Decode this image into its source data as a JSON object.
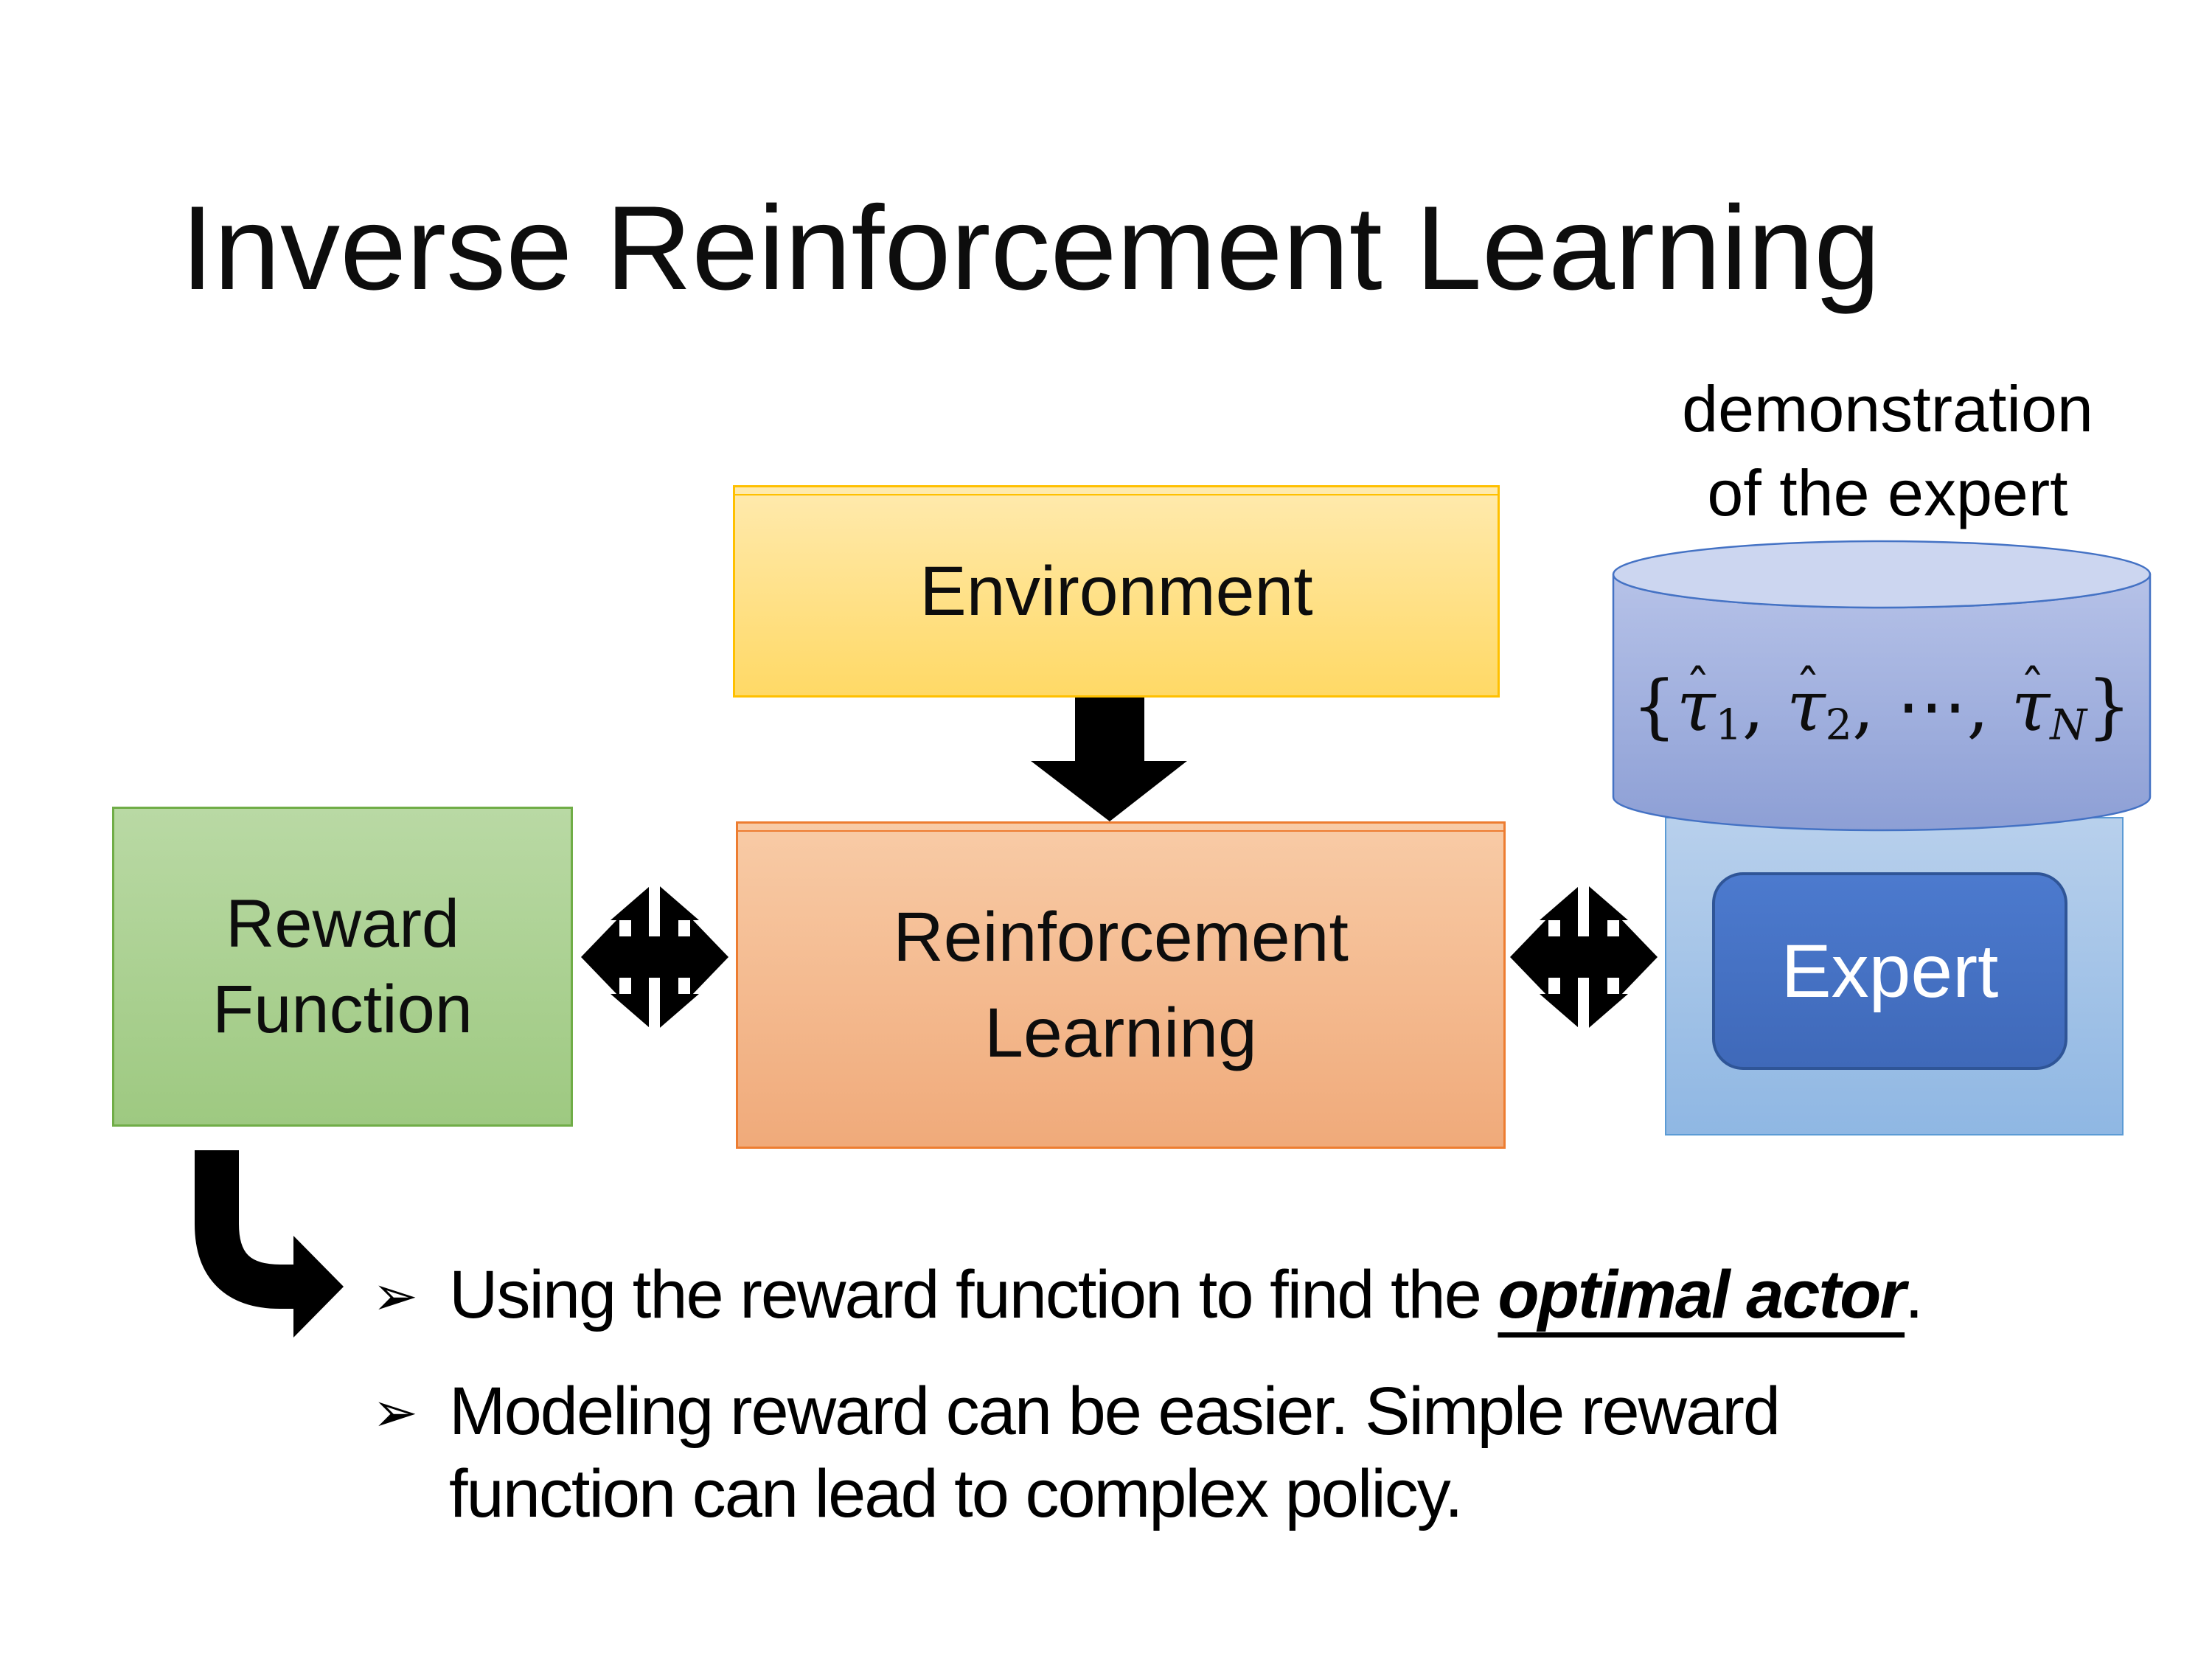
{
  "slide": {
    "title": "Inverse Reinforcement Learning"
  },
  "colors": {
    "background": "#FFFFFF",
    "text": "#0D0D0D",
    "env_fill": "#FFD966",
    "env_border": "#FFC000",
    "rl_fill": "#F4B183",
    "rl_border": "#ED7D31",
    "reward_fill": "#A9D18E",
    "reward_border": "#70AD47",
    "expert_fill": "#4472C4",
    "expert_border": "#2F5597",
    "expert_container_fill": "#9DC3E6",
    "expert_container_border": "#5B9BD5",
    "cylinder_fill": "#8FAADC",
    "cylinder_top_fill": "#CCD6F0",
    "cylinder_border": "#4472C4",
    "arrow_color": "#000000"
  },
  "diagram": {
    "environment": {
      "label": "Environment"
    },
    "reinforcement_learning": {
      "lines": [
        "Reinforcement",
        "Learning"
      ]
    },
    "reward_function": {
      "lines": [
        "Reward",
        "Function"
      ]
    },
    "expert": {
      "label": "Expert"
    },
    "demonstration_label": {
      "lines": [
        "demonstration",
        "of the expert"
      ]
    },
    "trajectory_set": {
      "open": "{",
      "tau": "τ",
      "hat": "ˆ",
      "sub1": "1",
      "sub2": "2",
      "subN": "N",
      "comma": ", ",
      "cdots": "⋯",
      "close": "}"
    }
  },
  "bullets": {
    "marker": "➢",
    "item1": {
      "prefix": "Using the reward function to find the ",
      "emphasis": "optimal actor",
      "suffix": "."
    },
    "item2": {
      "lines": [
        "Modeling reward can be easier. Simple reward",
        "function can lead to complex policy."
      ]
    }
  }
}
